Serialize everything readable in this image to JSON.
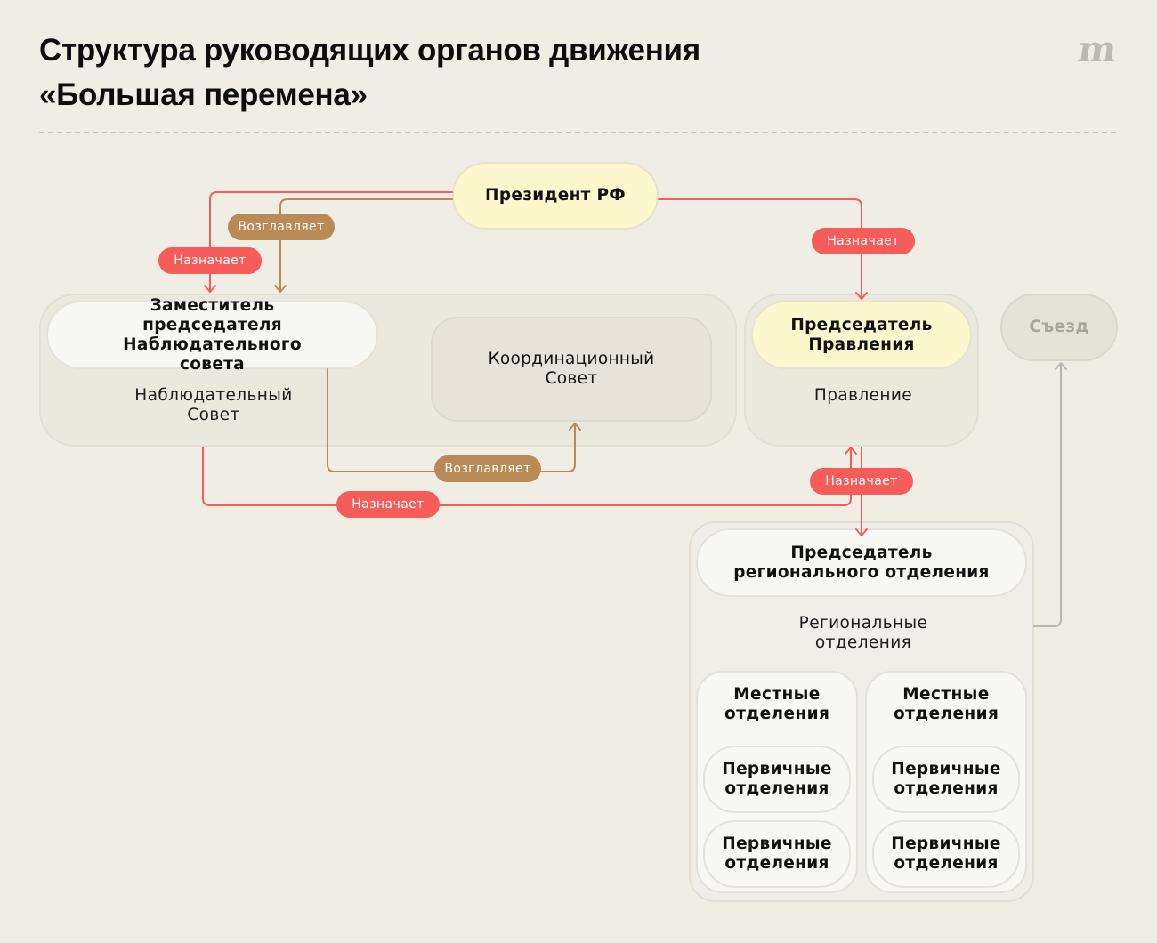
{
  "header": {
    "title_line1": "Структура руководящих органов движения",
    "title_line2": "«Большая перемена»",
    "logo": "m",
    "logo_icon": "meduza-logo-icon"
  },
  "colors": {
    "background": "#f0ede5",
    "appoints": "#f65c59",
    "heads": "#b98a56",
    "yellow_node": "#fdf7cd",
    "grey_link": "#b8b6b0"
  },
  "nodes": {
    "president": "Президент РФ",
    "deputy_chair_supervisory": "Заместитель председателя Наблюдательного совета",
    "supervisory_board": "Наблюдательный Совет",
    "coordination_council": "Координационный Совет",
    "chair_board": "Председатель Правления",
    "board": "Правление",
    "congress": "Съезд",
    "chair_regional": "Председатель регионального отделения",
    "regional_branches": "Региональные отделения",
    "local_branches": [
      "Местные отделения",
      "Местные отделения"
    ],
    "primary_branches": [
      "Первичные отделения",
      "Первичные отделения",
      "Первичные отделения",
      "Первичные отделения"
    ]
  },
  "edge_labels": {
    "appoints": "Назначает",
    "heads": "Возглавляет"
  },
  "edges": [
    {
      "from": "Президент РФ",
      "to": "Заместитель председателя Наблюдательного совета",
      "label": "Назначает"
    },
    {
      "from": "Президент РФ",
      "to": "Наблюдательный Совет",
      "label": "Возглавляет"
    },
    {
      "from": "Президент РФ",
      "to": "Председатель Правления",
      "label": "Назначает"
    },
    {
      "from": "Заместитель председателя Наблюдательного совета",
      "to": "Координационный Совет",
      "label": "Возглавляет"
    },
    {
      "from": "Наблюдательный Совет",
      "to": "Правление",
      "label": "Назначает"
    },
    {
      "from": "Правление",
      "to": "Председатель регионального отделения",
      "label": "Назначает"
    },
    {
      "from": "Региональные отделения",
      "to": "Съезд",
      "label": ""
    }
  ]
}
